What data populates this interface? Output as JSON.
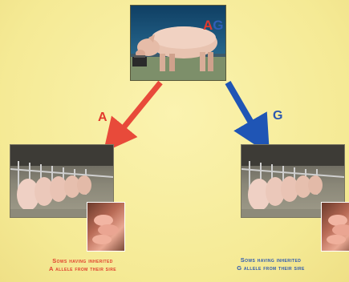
{
  "sire": {
    "genotype_allele_1": "A",
    "genotype_allele_2": "G"
  },
  "arrows": {
    "left_label": "A",
    "right_label": "G",
    "left_color": "#e84a3a",
    "right_color": "#1f55b5"
  },
  "captions": {
    "left_line_1": "Sows having inherited",
    "left_line_2": "A allele from their sire",
    "right_line_1": "Sows having inherited",
    "right_line_2": "G allele from their sire"
  },
  "colors": {
    "allele_a": "#e23a2d",
    "allele_g": "#2f5fb8",
    "background": "#f6ed9a"
  }
}
